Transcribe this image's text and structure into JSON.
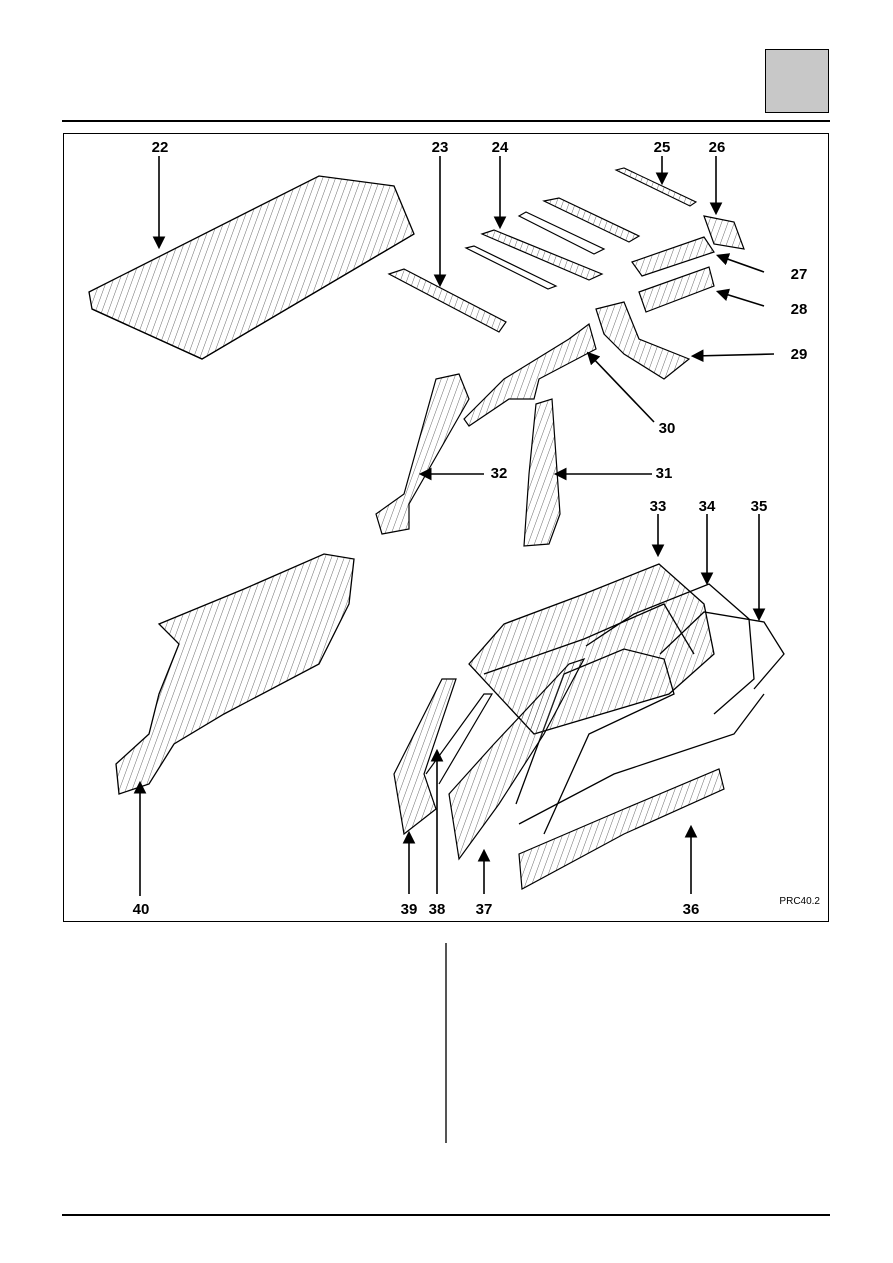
{
  "diagram": {
    "reference_code": "PRC40.2",
    "part_labels": [
      "22",
      "23",
      "24",
      "25",
      "26",
      "27",
      "28",
      "29",
      "30",
      "31",
      "32",
      "33",
      "34",
      "35",
      "36",
      "37",
      "38",
      "39",
      "40"
    ]
  }
}
